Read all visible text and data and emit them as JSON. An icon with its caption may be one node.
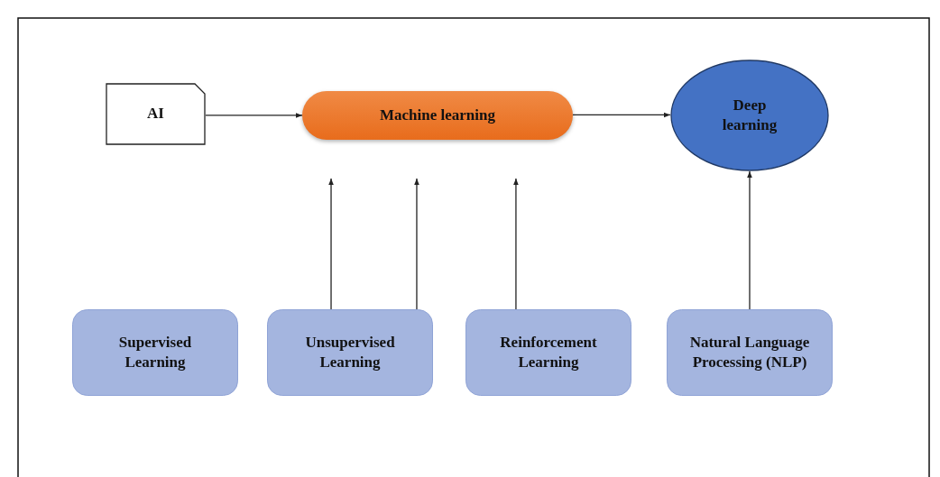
{
  "diagram": {
    "nodes": [
      {
        "text": [
          "AI"
        ]
      },
      {
        "text": [
          "Machine learning"
        ]
      },
      {
        "text": [
          "Deep learning"
        ]
      },
      {
        "text": [
          "Supervised Learning"
        ]
      },
      {
        "text": [
          "Unsupervised Learning"
        ]
      },
      {
        "text": [
          "Reinforcement Learning"
        ]
      },
      {
        "text": [
          "Natural Language Processing (NLP)"
        ]
      }
    ],
    "edges": [
      {
        "from": 0,
        "to": 1,
        "arrow": "to"
      },
      {
        "from": 1,
        "to": 2,
        "arrow": "to"
      },
      {
        "from": 4,
        "to": null,
        "arrow": "to"
      },
      {
        "from": 4,
        "to": null,
        "arrow": "to"
      },
      {
        "from": 5,
        "to": null,
        "arrow": "to"
      },
      {
        "from": 6,
        "to": 2,
        "arrow": "to"
      }
    ]
  }
}
